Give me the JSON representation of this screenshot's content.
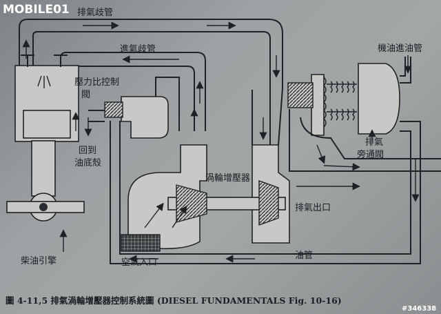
{
  "watermark": {
    "logo": "MOBILE01",
    "id_tag": "#346338"
  },
  "labels": {
    "exhaust_manifold": "排氣歧管",
    "intake_manifold": "進氣歧管",
    "pressure_ratio_valve_line1": "壓力比控制",
    "pressure_ratio_valve_line2": "閥",
    "return_line1": "回到",
    "return_line2": "油底殼",
    "turbocharger": "渦輪增壓器",
    "oil_inlet": "機油進油管",
    "wastegate_line1": "排氣",
    "wastegate_line2": "旁通閥",
    "exhaust_outlet": "排氣出口",
    "air_inlet": "空氣入口",
    "oil_pipe": "油管",
    "diesel_engine": "柴油引擎"
  },
  "caption": "圖 4-11,5 排氣渦輪增壓器控制系統圖 (DIESEL FUNDAMENTALS Fig. 10-16)",
  "colors": {
    "paper": "#a3a6a6",
    "ink": "#1e2226"
  }
}
